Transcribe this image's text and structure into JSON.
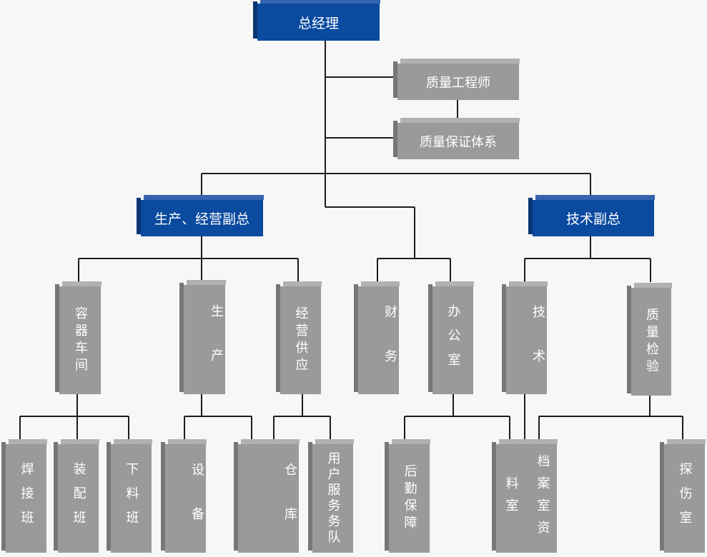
{
  "nodes": {
    "general_manager": "总经理",
    "quality_engineer": "质量工程师",
    "quality_assurance": "质量保证体系",
    "vp_production": "生产、经营副总",
    "vp_technical": "技术副总",
    "container_workshop": "容器车间",
    "production": "生产",
    "supply": "经营供应",
    "finance": "财务",
    "office": "办公室",
    "tech": "技术",
    "quality_inspection": "质量检验",
    "welding_team": "焊接班",
    "assembly_team": "装配班",
    "cutting_team": "下料班",
    "equipment": "设备",
    "warehouse": "仓库",
    "customer_service": "用户服务务队",
    "logistics": "后勤保障",
    "archive_room": "档案室资料室",
    "ndt_room": "探伤室"
  },
  "colors": {
    "manager_box": "#0a4a9f",
    "department_box": "#9a9a9a",
    "connector": "#1c1c1c",
    "background": "#f7f7f7"
  }
}
